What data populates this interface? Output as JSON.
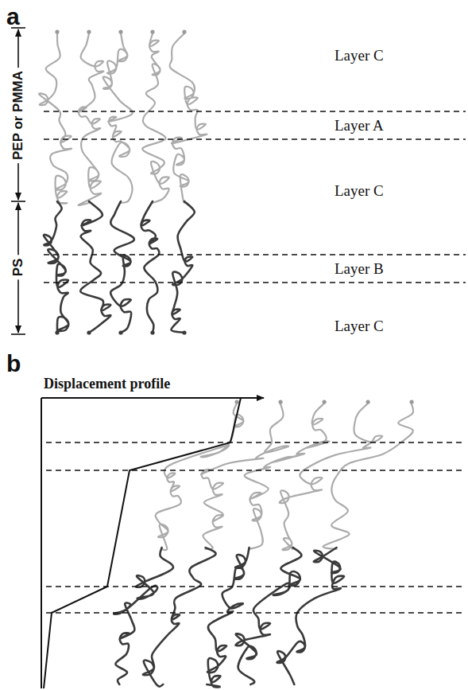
{
  "diagram": {
    "labels": [
      "a",
      "PEP or PMMA",
      "PS",
      "Layer C",
      "Layer A",
      "Layer C",
      "Layer B",
      "Layer C",
      "b",
      "Displacement profile"
    ]
  }
}
